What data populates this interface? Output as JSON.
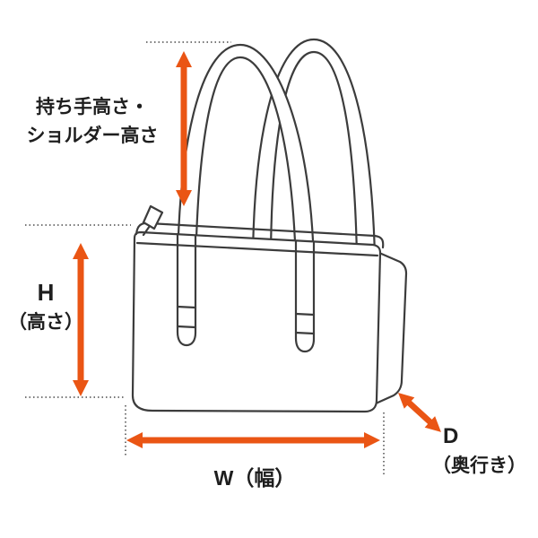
{
  "diagram": {
    "colors": {
      "arrow": "#ea5514",
      "outline": "#3c3c3c",
      "guide": "#4a4a4a",
      "text": "#1e1e1e",
      "background": "#ffffff"
    },
    "labels": {
      "handle_height": {
        "line1": "持ち手高さ・",
        "line2": "ショルダー高さ"
      },
      "height": {
        "letter": "H",
        "unit": "（高さ）"
      },
      "width": {
        "text": "W（幅）"
      },
      "depth": {
        "letter": "D",
        "unit": "（奥行き）"
      }
    }
  }
}
